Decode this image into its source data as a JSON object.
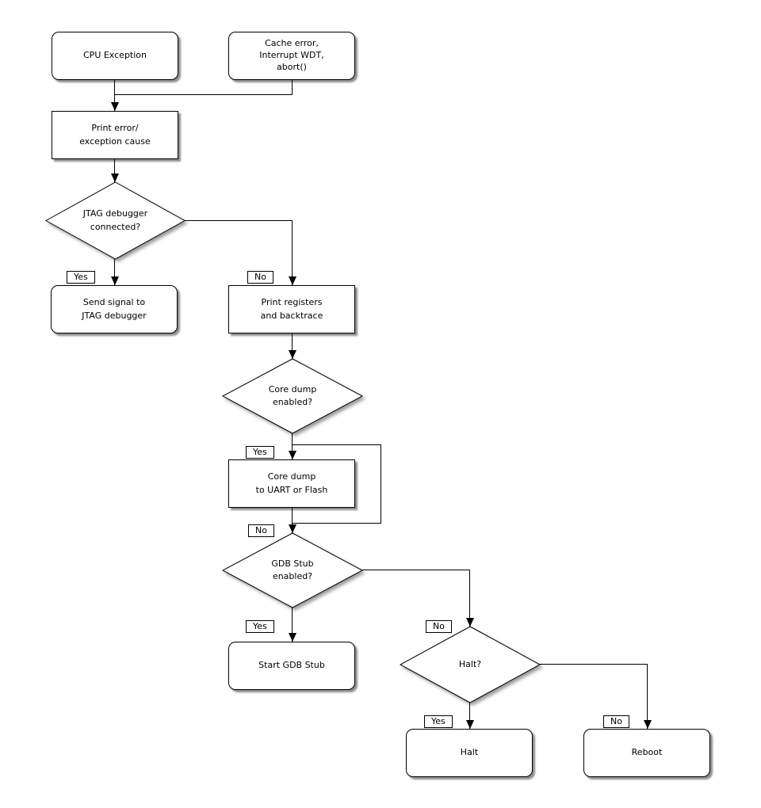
{
  "diagram": {
    "description": "Fatal error handling flowchart",
    "nodes": {
      "cpu_exception": {
        "label": "CPU Exception",
        "shape": "terminator"
      },
      "cache_error": {
        "label": "Cache error,\nInterrupt WDT,\nabort()",
        "shape": "terminator"
      },
      "print_error": {
        "label": "Print error/\nexception cause",
        "shape": "process"
      },
      "jtag_connected": {
        "label": "JTAG debugger\nconnected?",
        "shape": "decision"
      },
      "send_signal": {
        "label": "Send signal to\nJTAG debugger",
        "shape": "terminator"
      },
      "print_registers": {
        "label": "Print registers\nand backtrace",
        "shape": "process"
      },
      "core_dump_enabled": {
        "label": "Core dump\nenabled?",
        "shape": "decision"
      },
      "core_dump": {
        "label": "Core dump\nto UART or Flash",
        "shape": "process"
      },
      "gdb_stub_enabled": {
        "label": "GDB Stub\nenabled?",
        "shape": "decision"
      },
      "start_gdb_stub": {
        "label": "Start GDB Stub",
        "shape": "terminator"
      },
      "halt_question": {
        "label": "Halt?",
        "shape": "decision"
      },
      "halt": {
        "label": "Halt",
        "shape": "terminator"
      },
      "reboot": {
        "label": "Reboot",
        "shape": "terminator"
      }
    },
    "edge_labels": {
      "yes": "Yes",
      "no": "No"
    },
    "colors": {
      "line": "#000000",
      "node_fill": "#ffffff",
      "text": "#000000"
    }
  }
}
